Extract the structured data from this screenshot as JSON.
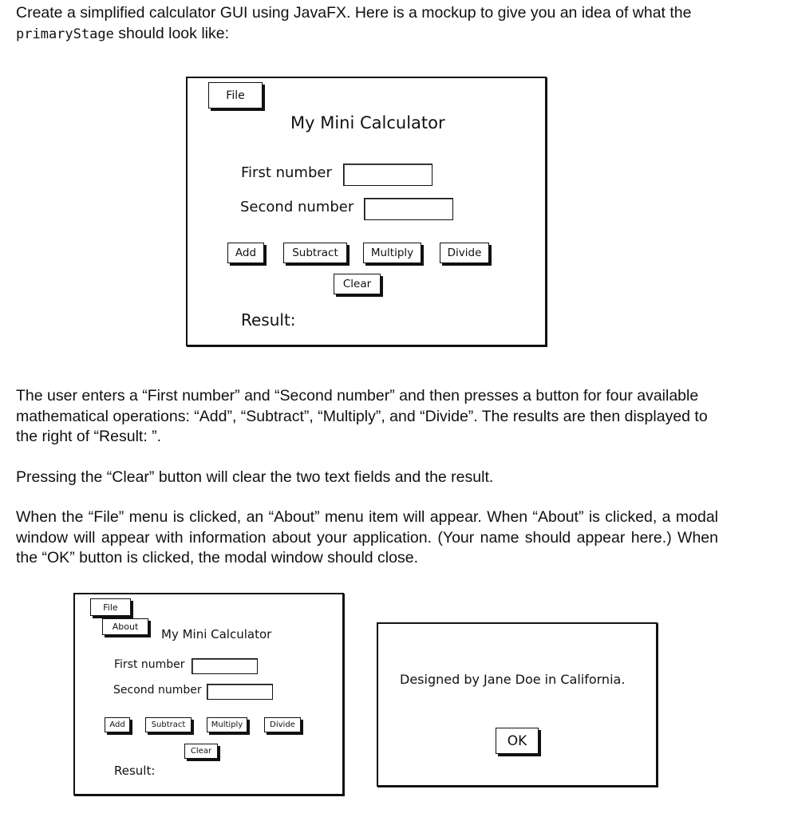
{
  "intro": {
    "line1": "Create a simplified calculator GUI using JavaFX. Here is a mockup to give you an idea of what the",
    "code": "primaryStage",
    "line2_rest": " should look like:"
  },
  "mockup_main": {
    "menu_file": "File",
    "title": "My Mini Calculator",
    "first_label": "First number",
    "second_label": "Second number",
    "btn_add": "Add",
    "btn_subtract": "Subtract",
    "btn_multiply": "Multiply",
    "btn_divide": "Divide",
    "btn_clear": "Clear",
    "result_label": "Result:"
  },
  "paragraphs": {
    "p1": "The user enters a “First number” and “Second number” and then presses a button for four available mathematical operations: “Add”, “Subtract”, “Multiply”, and “Divide”.  The results are then displayed to the right of “Result: ”.",
    "p2": "Pressing the “Clear” button will clear the two text fields and the result.",
    "p3": "When the “File” menu is clicked, an “About” menu item will appear.  When “About” is clicked, a modal window will appear with information about your application.  (Your name should appear here.) When the “OK” button is clicked, the modal window should close."
  },
  "mockup_small": {
    "menu_file": "File",
    "menu_about": "About",
    "title": "My Mini Calculator",
    "first_label": "First number",
    "second_label": "Second number",
    "btn_add": "Add",
    "btn_subtract": "Subtract",
    "btn_multiply": "Multiply",
    "btn_divide": "Divide",
    "btn_clear": "Clear",
    "result_label": "Result:"
  },
  "modal": {
    "message": "Designed by Jane Doe in California.",
    "ok": "OK"
  }
}
